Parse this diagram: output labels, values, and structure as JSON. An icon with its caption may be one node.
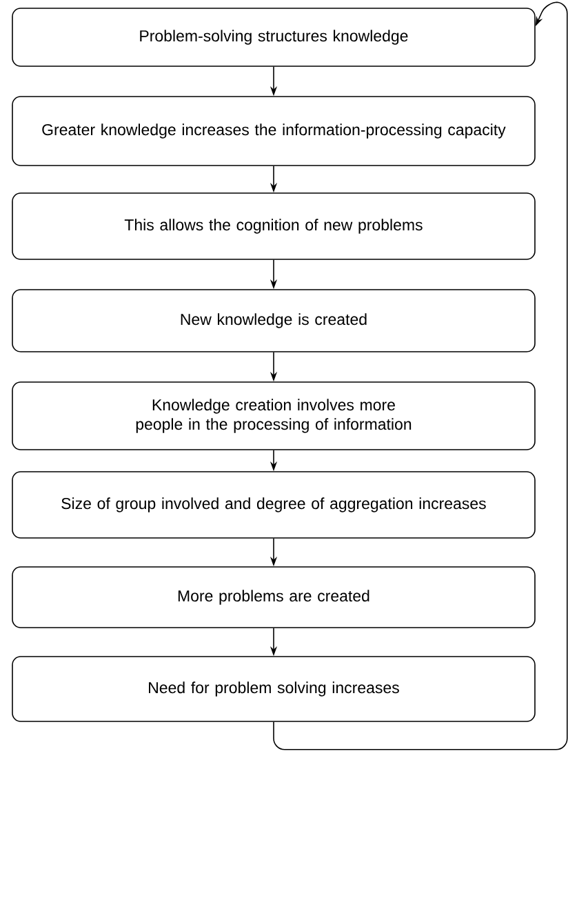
{
  "diagram": {
    "nodes": [
      {
        "text": [
          "Problem-solving structures knowledge"
        ]
      },
      {
        "text": [
          "Greater knowledge increases the information-processing capacity"
        ]
      },
      {
        "text": [
          "This allows the cognition of new problems"
        ]
      },
      {
        "text": [
          "New knowledge is created"
        ]
      },
      {
        "text": [
          "Knowledge creation involves more people in the processing of information"
        ]
      },
      {
        "text": [
          "Size of group involved and degree of aggregation increases"
        ]
      },
      {
        "text": [
          "More problems are created"
        ]
      },
      {
        "text": [
          "Need for problem solving increases"
        ]
      }
    ],
    "edges": [
      {
        "from": 0,
        "to": 1,
        "arrow": "to"
      },
      {
        "from": 1,
        "to": 2,
        "arrow": "to"
      },
      {
        "from": 2,
        "to": 3,
        "arrow": "to"
      },
      {
        "from": 3,
        "to": 4,
        "arrow": "to"
      },
      {
        "from": 4,
        "to": 5,
        "arrow": "to"
      },
      {
        "from": 5,
        "to": 6,
        "arrow": "to"
      },
      {
        "from": 6,
        "to": 7,
        "arrow": "to"
      },
      {
        "from": 7,
        "to": 0,
        "arrow": "to"
      }
    ]
  }
}
